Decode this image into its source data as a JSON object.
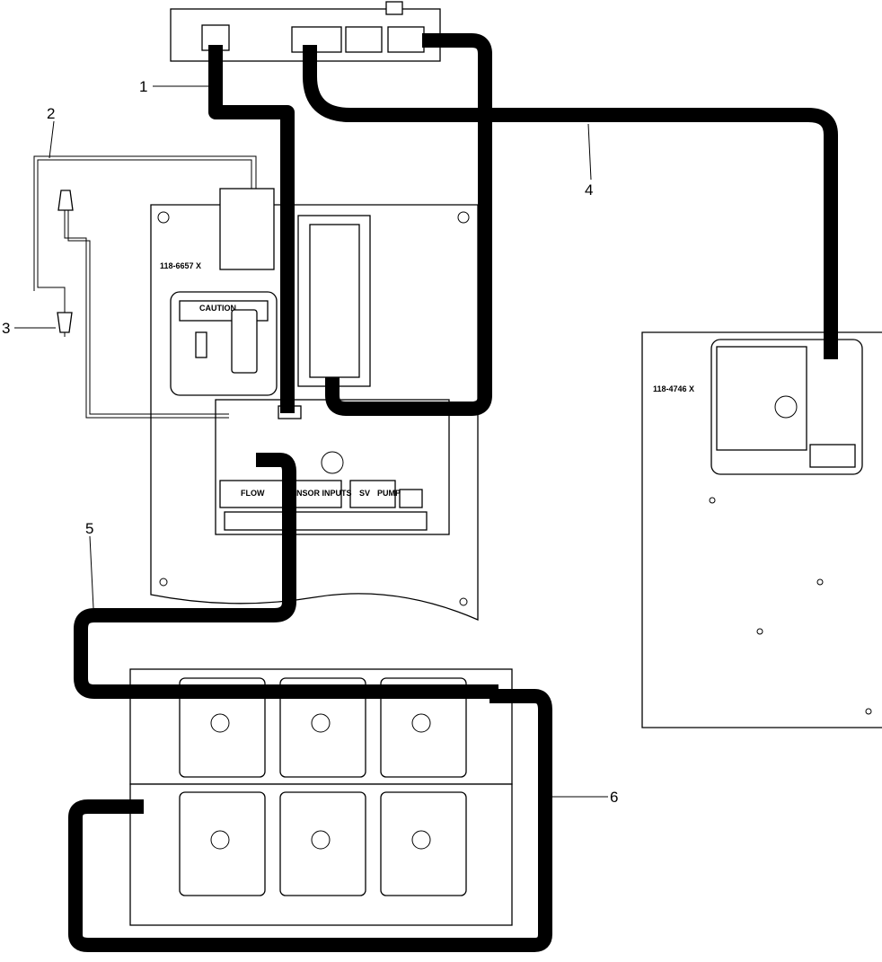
{
  "callouts": [
    "1",
    "2",
    "3",
    "4",
    "5",
    "6"
  ],
  "part_numbers": {
    "left_panel": "118-6657 X",
    "right_panel": "118-4746 X"
  },
  "board_labels": {
    "caution": "CAUTION",
    "flow": "FLOW",
    "sensor_inputs": "SENSOR INPUTS",
    "sv": "SV",
    "pump": "PUMP"
  },
  "colors": {
    "line": "#000000",
    "background": "#ffffff"
  }
}
